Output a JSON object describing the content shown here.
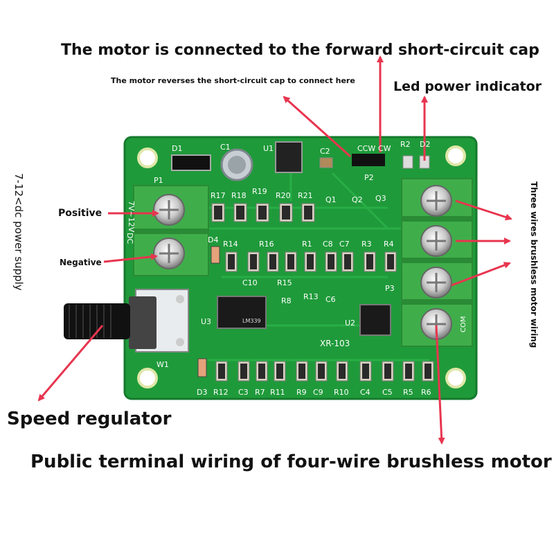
{
  "labels": {
    "forward_cap": "The motor is connected to the forward short-circuit cap",
    "reverse_cap": "The motor reverses the short-circuit cap to connect here",
    "led_indicator": "Led power indicator",
    "positive": "Positive",
    "negative": "Negative",
    "power_supply": "7-12<dc power supply",
    "three_wire": "Three wires brushless motor wiring",
    "speed_regulator": "Speed regulator",
    "public_terminal": "Public terminal wiring of four-wire brushless motor"
  },
  "board": {
    "model": "XR-103",
    "voltage": "7V~12V",
    "dc": "DC",
    "ccw": "CCW",
    "cw": "CW",
    "com": "COM",
    "chip_u3": "LM339",
    "components": [
      "D1",
      "C1",
      "U1",
      "C2",
      "P2",
      "R2",
      "D2",
      "P1",
      "R17",
      "R18",
      "R19",
      "R20",
      "R21",
      "Q1",
      "Q2",
      "Q3",
      "D4",
      "R14",
      "R16",
      "R1",
      "C8",
      "C7",
      "R3",
      "R4",
      "C10",
      "R15",
      "P3",
      "R8",
      "R13",
      "C6",
      "U3",
      "U2",
      "W1",
      "D3",
      "R12",
      "C3",
      "R7",
      "R11",
      "R9",
      "C9",
      "R10",
      "C4",
      "C5",
      "R5",
      "R6"
    ]
  },
  "colors": {
    "pcb": "#1f9a3a",
    "terminal": "#3fae4a",
    "arrow": "#e8354f"
  }
}
